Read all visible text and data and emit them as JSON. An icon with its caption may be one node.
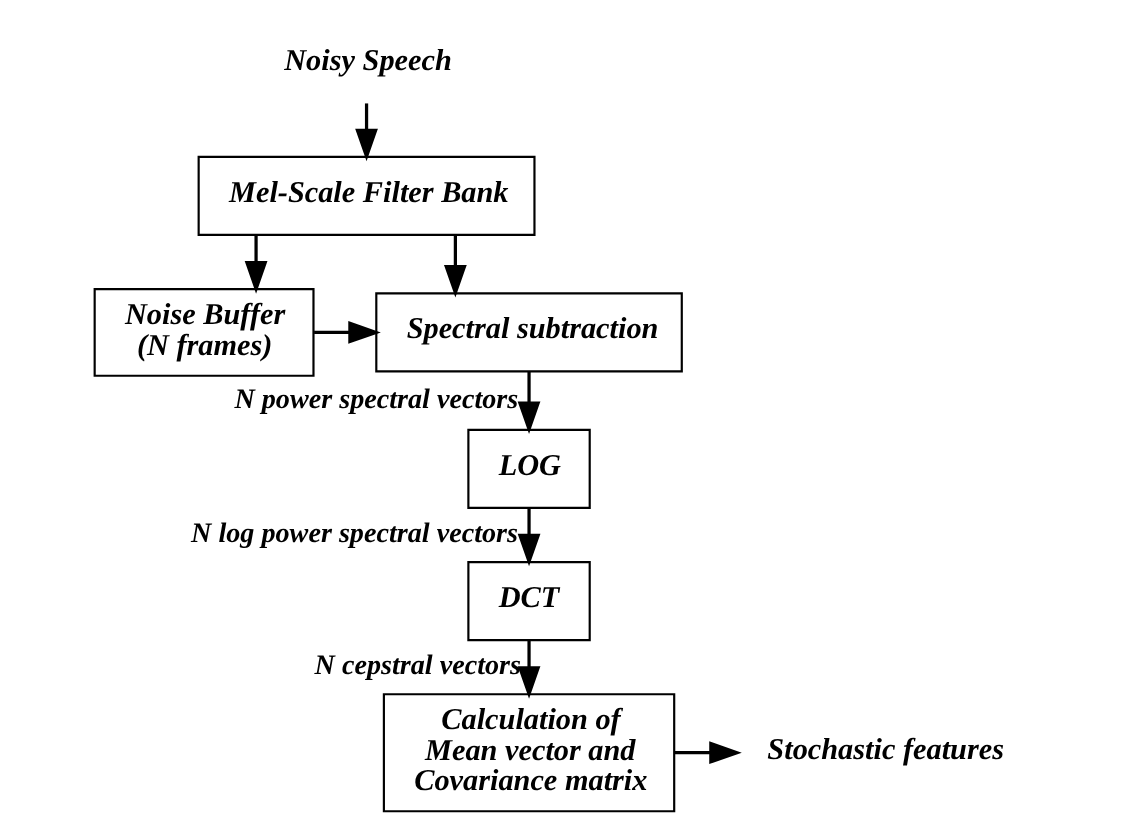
{
  "diagram": {
    "nodes": [
      {
        "text": [
          "Noisy Speech"
        ]
      },
      {
        "text": [
          "Mel-Scale Filter Bank"
        ]
      },
      {
        "text": [
          "Noise Buffer (N frames)"
        ]
      },
      {
        "text": [
          "Spectral subtraction"
        ]
      },
      {
        "text": [
          "LOG"
        ]
      },
      {
        "text": [
          "DCT"
        ]
      },
      {
        "text": [
          "Calculation of Mean vector and Covariance matrix"
        ]
      },
      {
        "text": [
          "Stochastic features"
        ]
      }
    ],
    "edges": [
      {
        "from": 0,
        "to": 1,
        "arrow": "to"
      },
      {
        "from": 1,
        "to": 2,
        "arrow": "to"
      },
      {
        "from": 1,
        "to": 3,
        "arrow": "to"
      },
      {
        "from": 2,
        "to": 3,
        "arrow": "to"
      },
      {
        "from": 3,
        "to": 4,
        "arrow": "to",
        "label": "N power spectral vectors"
      },
      {
        "from": 4,
        "to": 5,
        "arrow": "to",
        "label": "N log power spectral vectors"
      },
      {
        "from": 5,
        "to": 6,
        "arrow": "to",
        "label": "N cepstral vectors"
      },
      {
        "from": 6,
        "to": 7,
        "arrow": "to"
      }
    ]
  }
}
